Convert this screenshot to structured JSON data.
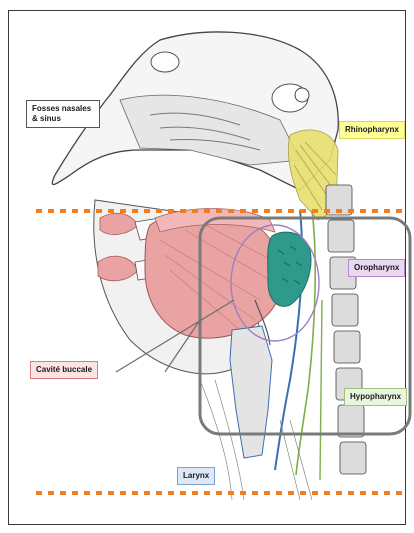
{
  "labels": {
    "fosses_nasales": "Fosses nasales & sinus",
    "rhinopharynx": "Rhinopharynx",
    "oropharynx": "Oropharynx",
    "hypopharynx": "Hypopharynx",
    "cavite_buccale": "Cavité buccale",
    "larynx": "Larynx"
  },
  "colors": {
    "rhinopharynx": "#ffff99",
    "oropharynx": "#e8d8f0",
    "hypopharynx": "#eaf5df",
    "cavite_buccale": "#fde3e3",
    "larynx": "#dde8f6",
    "divider_dots": "#f07d1e",
    "pharynx_outline": "#7a7a7a",
    "tonsil": "#2d9a8c",
    "tongue": "#e9a3a3"
  }
}
